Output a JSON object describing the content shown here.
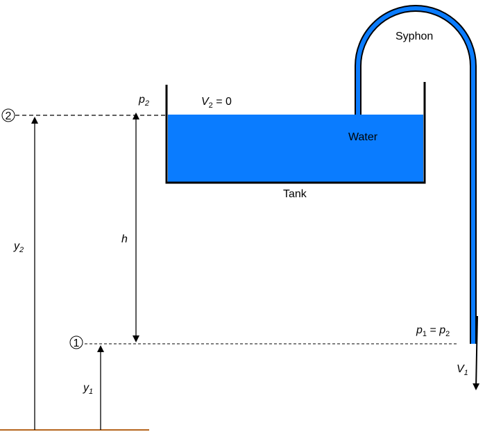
{
  "labels": {
    "point_2": "2",
    "point_1": "1",
    "p2": {
      "base": "p",
      "sub": "2"
    },
    "v2": {
      "base": "V",
      "sub": "2",
      "rest": " = 0"
    },
    "syphon": "Syphon",
    "water": "Water",
    "tank": "Tank",
    "h": "h",
    "y2": {
      "base": "y",
      "sub": "2"
    },
    "y1": {
      "base": "y",
      "sub": "1"
    },
    "p1_eq_p2": {
      "base1": "p",
      "sub1": "1",
      "mid": " = ",
      "base2": "p",
      "sub2": "2"
    },
    "v1": {
      "base": "V",
      "sub": "1"
    }
  },
  "colors": {
    "water": "#0a7cff",
    "outline": "#000000",
    "ground": "#b5651d"
  }
}
